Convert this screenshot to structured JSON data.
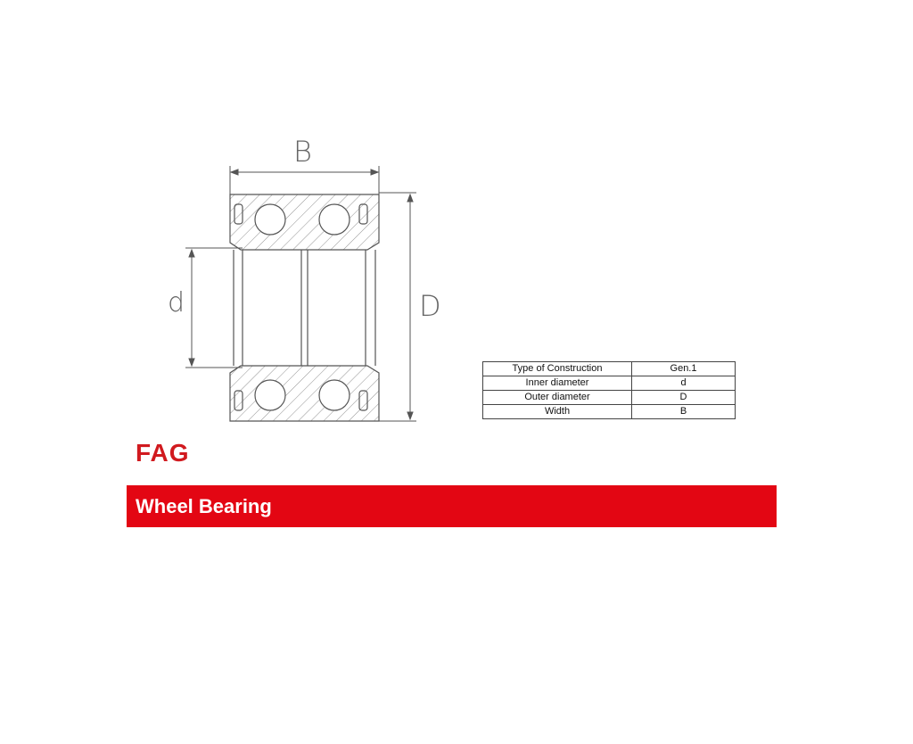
{
  "dimensions": {
    "width_letter": "B",
    "inner_letter": "d",
    "outer_letter": "D"
  },
  "spec_table": [
    {
      "label": "Type of Construction",
      "value": "Gen.1"
    },
    {
      "label": "Inner  diameter",
      "value": "d"
    },
    {
      "label": "Outer diameter",
      "value": "D"
    },
    {
      "label": "Width",
      "value": "B"
    }
  ],
  "brand": {
    "logo": "FAG",
    "color": "#d11a1f"
  },
  "banner": {
    "title": "Wheel Bearing",
    "color": "#e30613"
  }
}
